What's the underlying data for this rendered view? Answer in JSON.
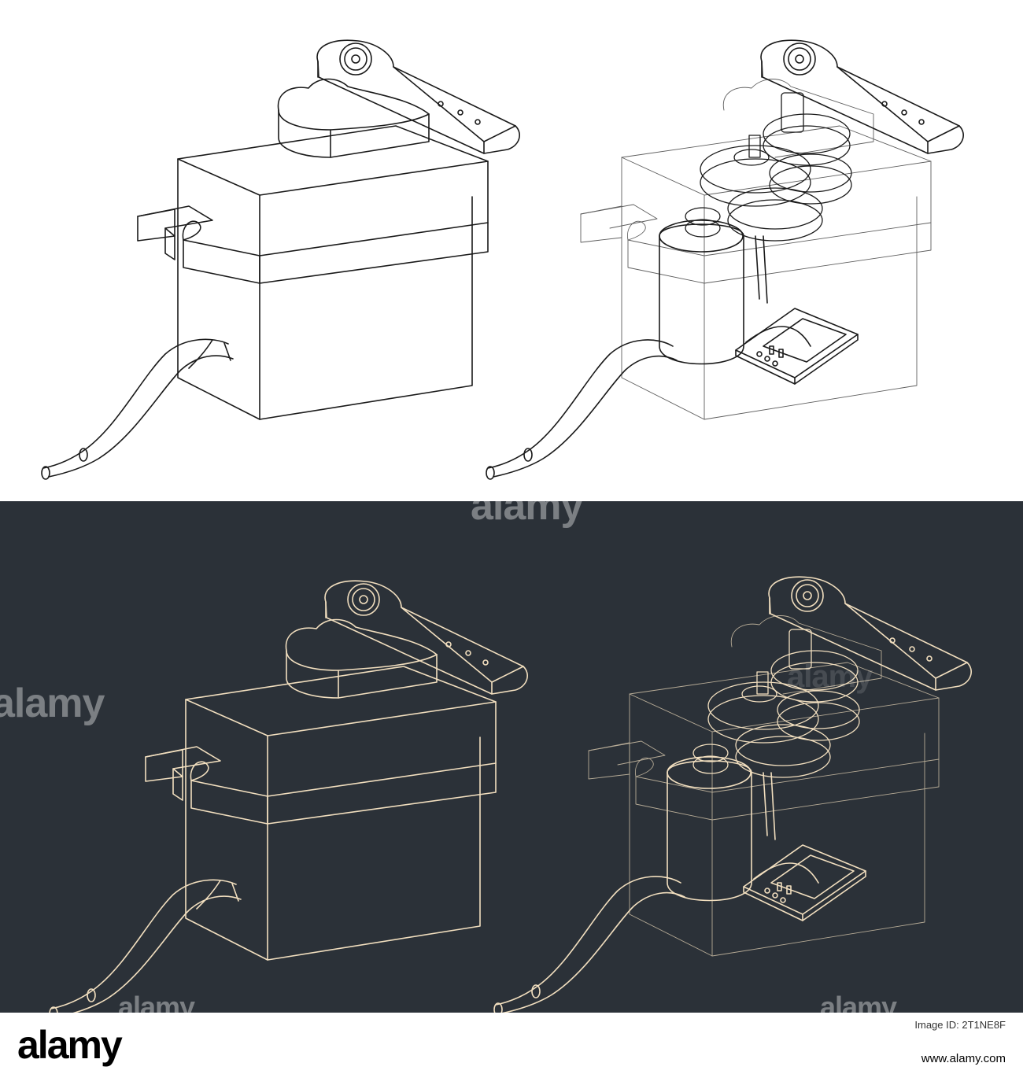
{
  "colors": {
    "background_light": "#ffffff",
    "background_dark": "#2b3138",
    "line_light": "#1a1a1a",
    "line_dark": "#f2dfbf",
    "gear_fill_light": "#d9d9d9",
    "gear_fill_dark": "#f0d8ad"
  },
  "watermark": {
    "text": "alamy",
    "icon": "alamy-a-icon"
  },
  "footer": {
    "logo": "alamy",
    "image_id_label": "Image ID: 2T1NE8F",
    "image_id": "2T1NE8F",
    "url": "www.alamy.com"
  },
  "illustrations": [
    {
      "variant": "housing-closed",
      "theme": "light"
    },
    {
      "variant": "housing-transparent",
      "theme": "light"
    },
    {
      "variant": "housing-closed",
      "theme": "dark"
    },
    {
      "variant": "housing-transparent",
      "theme": "dark"
    }
  ]
}
